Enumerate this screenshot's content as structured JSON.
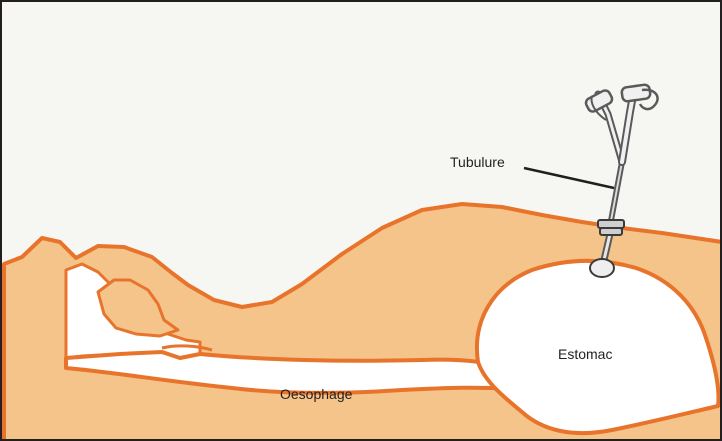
{
  "labels": {
    "tubulure": "Tubulure",
    "estomac": "Estomac",
    "oesophage": "Oesophage"
  },
  "colors": {
    "frame": "#231f20",
    "background": "#f6f7f2",
    "body_fill": "#f4c48a",
    "outline": "#e8742c",
    "cavity": "#ffffff",
    "tube": "#5a5a5a"
  },
  "icons": {
    "device": "gastrostomy-tube-icon",
    "balloon": "balloon-icon"
  }
}
